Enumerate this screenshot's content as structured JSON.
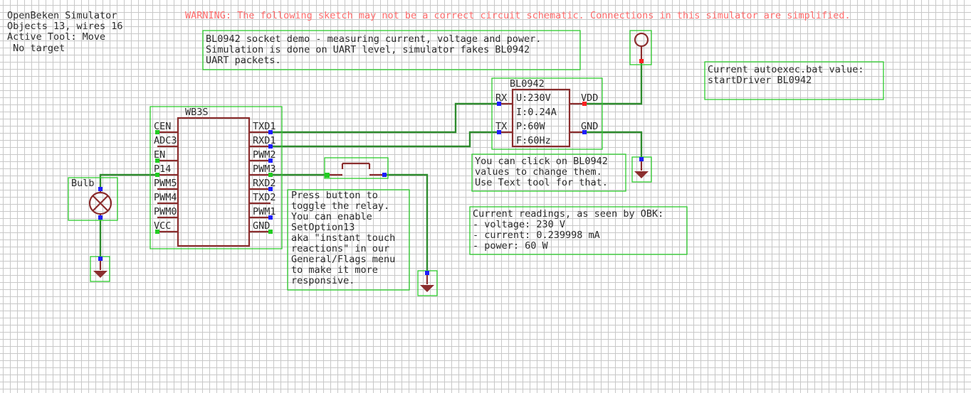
{
  "header": {
    "title": "OpenBeken Simulator",
    "stats": "Objects 13, wires 16",
    "active_tool": "Active Tool: Move",
    "target": " No target",
    "warning": "WARNING: The following sketch may not be a correct circuit schematic. Connections in this simulator are simplified."
  },
  "notes": {
    "intro": [
      "BL0942 socket demo - measuring current, voltage and power.",
      "Simulation is done on UART level, simulator fakes BL0942",
      "UART packets."
    ],
    "autoexec": [
      "Current autoexec.bat value:",
      "startDriver BL0942"
    ],
    "click_hint": [
      "You can click on BL0942",
      "values to change them.",
      "Use Text tool for that."
    ],
    "readings": [
      "Current readings, as seen by OBK:",
      "- voltage: 230 V",
      "- current: 0.239998 mA",
      "- power: 60 W"
    ],
    "button_hint": [
      "Press button to",
      "toggle the relay.",
      "You can enable",
      "SetOption13",
      "aka \"instant touch",
      "reactions\" in our",
      "General/Flags menu",
      "to make it more",
      "responsive."
    ]
  },
  "wb3s": {
    "name": "WB3S",
    "left_pins": [
      "CEN",
      "ADC3",
      "EN",
      "P14",
      "PWM5",
      "PWM4",
      "PWM0",
      "VCC"
    ],
    "right_pins": [
      "TXD1",
      "RXD1",
      "PWM2",
      "PWM3",
      "RXD2",
      "TXD2",
      "PWM1",
      "GND"
    ]
  },
  "bl0942": {
    "name": "BL0942",
    "pin_rx": "RX",
    "pin_tx": "TX",
    "pin_vdd": "VDD",
    "pin_gnd": "GND",
    "voltage": "U:230V",
    "current": "I:0.24A",
    "power": "P:60W",
    "frequency": "F:60Hz"
  },
  "bulb": {
    "label": "Bulb"
  },
  "colors": {
    "warning": "#ff6b6b",
    "text": "#2b2b2b",
    "selection_box": "#2ecc2e",
    "wire": "#2e8b2e",
    "component": "#8b2e2e",
    "pin_connected": "#1e1eff",
    "pin_active": "#22cc22",
    "pin_red": "#ff2222"
  }
}
